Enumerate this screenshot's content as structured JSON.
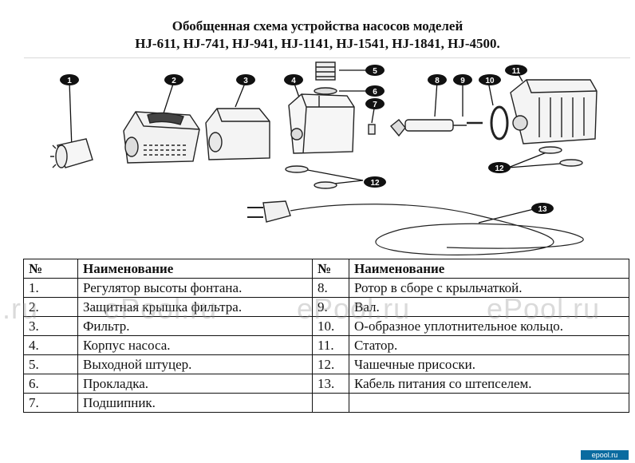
{
  "header": {
    "title_line1": "Обобщенная схема устройства насосов моделей",
    "title_line2": "HJ-611, HJ-741, HJ-941, HJ-1141, HJ-1541, HJ-1841, HJ-4500."
  },
  "diagram": {
    "callouts": [
      "1",
      "2",
      "3",
      "4",
      "5",
      "6",
      "7",
      "8",
      "9",
      "10",
      "11",
      "12",
      "12",
      "13"
    ]
  },
  "table": {
    "headers": [
      "№",
      "Наименование",
      "№",
      "Наименование"
    ],
    "rows": [
      [
        "1.",
        "Регулятор высоты фонтана.",
        "8.",
        "Ротор в сборе с крыльчаткой."
      ],
      [
        "2.",
        "Защитная крышка фильтра.",
        "9.",
        "Вал."
      ],
      [
        "3.",
        "Фильтр.",
        "10.",
        "О-образное уплотнительное кольцо."
      ],
      [
        "4.",
        "Корпус насоса.",
        "11.",
        "Статор."
      ],
      [
        "5.",
        "Выходной штуцер.",
        "12.",
        "Чашечные присоски."
      ],
      [
        "6.",
        "Прокладка.",
        "13.",
        "Кабель питания со штепселем."
      ],
      [
        "7.",
        "Подшипник.",
        "",
        ""
      ]
    ]
  },
  "watermarks": [
    "l.ru",
    "ePool.ru",
    "ePool.ru",
    "ePool.ru"
  ],
  "corner_logo": "epool.ru"
}
